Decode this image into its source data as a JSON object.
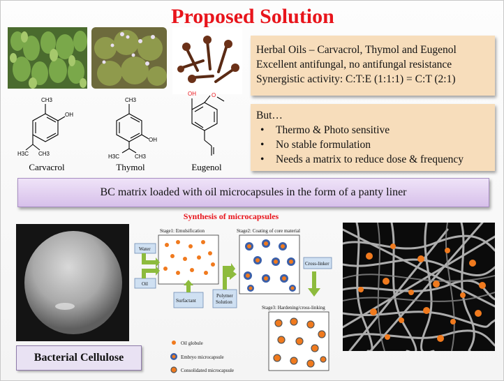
{
  "slide": {
    "title": "Proposed Solution"
  },
  "structures": [
    {
      "name": "Carvacrol"
    },
    {
      "name": "Thymol"
    },
    {
      "name": "Eugenol"
    }
  ],
  "oils_panel": {
    "lines": [
      "Herbal Oils – Carvacrol, Thymol and Eugenol",
      "Excellent antifungal, no antifungal resistance",
      "Synergistic activity: C:T:E (1:1:1)  =  C:T (2:1)"
    ]
  },
  "but_panel": {
    "heading": "But…",
    "bullets": [
      "Thermo & Photo sensitive",
      "No stable formulation",
      "Needs a matrix to reduce dose & frequency"
    ]
  },
  "banner": {
    "text": "BC matrix loaded with oil microcapsules in the form of a panty liner"
  },
  "synthesis": {
    "title": "Synthesis of microcapsules",
    "stage1": "Stage1: Emulsification",
    "stage2": "Stage2: Coating of core material",
    "stage3": "Stage3: Hardening/cross-linking",
    "water": "Water",
    "oil": "Oil",
    "surfactant": "Surfactant",
    "polymer_line1": "Polymer",
    "polymer_line2": "Solution",
    "crosslinker": "Cross-linker",
    "legend": [
      "Oil globule",
      "Embryo microcapsule",
      "Consolidated microcapsule"
    ]
  },
  "bacterial_cellulose": {
    "label": "Bacterial Cellulose"
  },
  "colors": {
    "title": "#e8141b",
    "panel": "#f7ddbb",
    "banner": "#dcc8ee",
    "oil_globule": "#f07a1e",
    "embryo_coat": "#3b5fa8",
    "arrow_green": "#8dbb3d",
    "box_blue": "#cfe0f2"
  }
}
